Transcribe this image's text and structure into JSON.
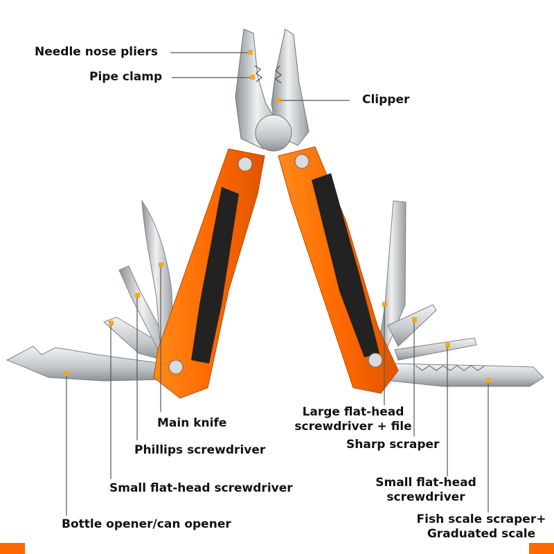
{
  "labels": {
    "needle_nose_pliers": "Needle nose pliers",
    "pipe_clamp": "Pipe clamp",
    "clipper": "Clipper",
    "main_knife": "Main knife",
    "phillips_screwdriver": "Phillips screwdriver",
    "small_flat_head_left": "Small flat-head screwdriver",
    "bottle_opener": "Bottle opener/can opener",
    "large_flat_head_line1": "Large flat-head",
    "large_flat_head_line2": "screwdriver + file",
    "sharp_scraper": "Sharp scraper",
    "small_flat_head_right_line1": "Small flat-head",
    "small_flat_head_right_line2": "screwdriver",
    "fish_scale_line1": "Fish scale scraper+",
    "fish_scale_line2": "Graduated scale"
  },
  "colors": {
    "handle_orange": "#ff6a00",
    "marker_yellow": "#f0a820",
    "leader_line": "#555555",
    "rubber_black": "#222222",
    "steel": "#c9cbcd",
    "corner_bar": "#ff6a00"
  }
}
